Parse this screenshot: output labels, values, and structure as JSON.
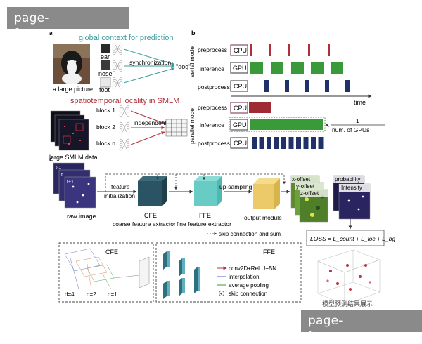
{
  "watermark": "page-fnscore.com",
  "panel_a": {
    "label": "a",
    "global_context": "global context for prediction",
    "ear": "ear",
    "nose": "nose",
    "foot": "foot",
    "synchronization": "synchronization",
    "dog": "\"dog\"",
    "a_large_picture": "a large picture",
    "spatiotemporal": "spatiotemporal locality in SMLM",
    "block1": "block 1",
    "block2": "block 2",
    "blockn": "block n",
    "independent": "independent",
    "large_smlm": "large SMLM data"
  },
  "panel_b": {
    "label": "b",
    "serial_mode": "serial mode",
    "parallel_mode": "parallel mode",
    "preprocess": "preprocess",
    "inference": "inference",
    "postprocess": "postprocess",
    "cpu": "CPU",
    "gpu": "GPU",
    "time": "time",
    "fraction_num": "1",
    "fraction_den": "num. of GPUs",
    "times_sign": "×",
    "colors": {
      "preprocess": "#b0303a",
      "inference": "#3a9a3a",
      "postprocess": "#22306a"
    }
  },
  "panel_c": {
    "label": "c",
    "t_minus": "t-1",
    "t": "t",
    "t_plus": "t+1",
    "raw_image": "raw image",
    "feature_init": "feature\ninitialization",
    "cfe": "CFE",
    "cfe_full": "coarse feature extractor",
    "ffe": "FFE",
    "ffe_full": "fine feature extractor",
    "up_sampling": "up-sampling",
    "output_module": "output module",
    "x_offset": "x-offset",
    "y_offset": "y-offset",
    "z_offset": "z-offset",
    "probability": "probability",
    "intensity": "Intensity",
    "skip_legend": "skip connection and sum",
    "loss": "LOSS = L_count + L_loc + L_bg",
    "cfe_box_title": "CFE",
    "d4": "d=4",
    "d2": "d=2",
    "d1": "d=1",
    "ffe_box_title": "FFE",
    "legend": {
      "conv": "conv2D+ReLU+BN",
      "interp": "interpolation",
      "pool": "average pooling",
      "skip": "skip connection"
    },
    "garbled": "模型预测结果展示"
  }
}
